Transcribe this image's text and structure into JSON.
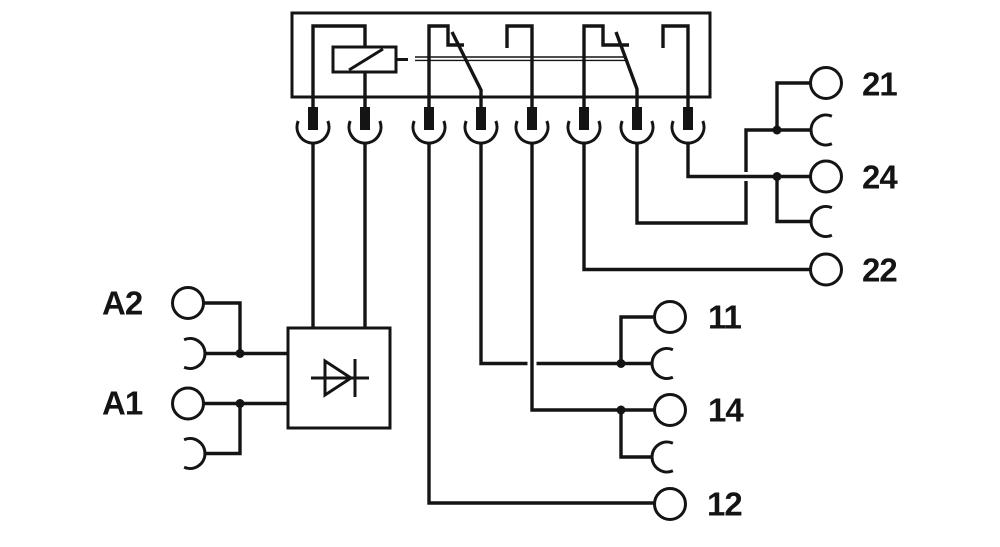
{
  "colors": {
    "line": "#141414",
    "background": "#ffffff"
  },
  "terminals": {
    "coil": [
      {
        "label": "A2"
      },
      {
        "label": "A1"
      }
    ],
    "pole1": [
      {
        "label": "11"
      },
      {
        "label": "14"
      },
      {
        "label": "12"
      }
    ],
    "pole2": [
      {
        "label": "21"
      },
      {
        "label": "24"
      },
      {
        "label": "22"
      }
    ]
  },
  "symbols": {
    "relay_coil": "rectangle-with-diagonal",
    "mechanical_link": "double-thin-line",
    "changeover_contact": "switch-arm",
    "plug_pin": "filled-pin-in-open-arc",
    "socket_contact": "open-arc",
    "screw_terminal": "circle",
    "junction": "filled-dot",
    "suppressor_diode": "triangle-with-bar-in-box"
  }
}
